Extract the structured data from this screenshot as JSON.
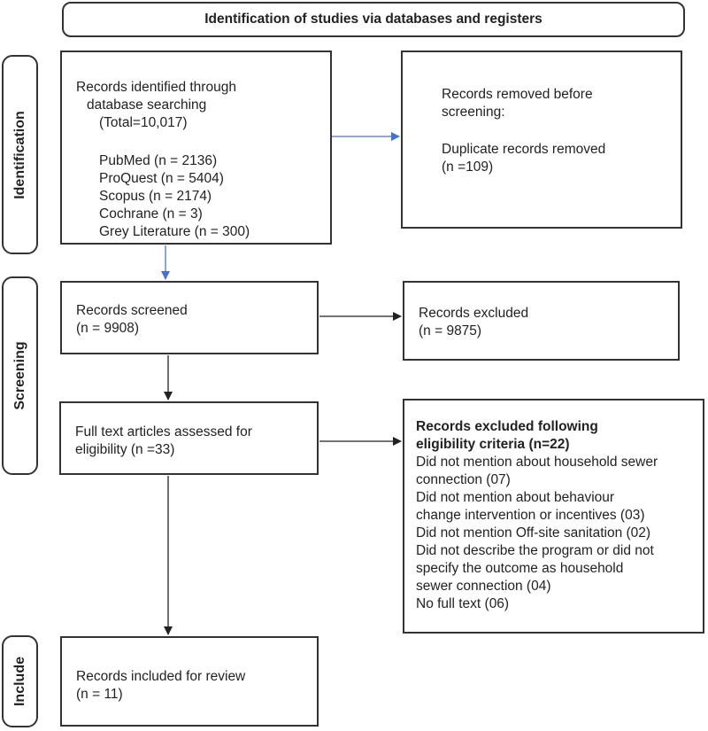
{
  "header": {
    "title": "Identification of studies via databases and registers"
  },
  "phases": {
    "identification": "Identification",
    "screening": "Screening",
    "include": "Include"
  },
  "identified": {
    "line1": "Records identified through",
    "line2": "database searching",
    "line3": "(Total=10,017)",
    "sources": [
      "PubMed (n = 2136)",
      "ProQuest (n = 5404)",
      "Scopus (n = 2174)",
      "Cochrane (n = 3)",
      "Grey Literature (n = 300)"
    ]
  },
  "removed": {
    "line1": "Records removed before",
    "line2": "screening:",
    "line3": "Duplicate records removed",
    "line4": "(n =109)"
  },
  "screened": {
    "line1": "Records screened",
    "line2": "(n = 9908)"
  },
  "excluded": {
    "line1": "Records excluded",
    "line2": "(n = 9875)"
  },
  "fulltext": {
    "line1": "Full text articles assessed for",
    "line2": "eligibility (n =33)"
  },
  "excluded_eligibility": {
    "heading1": "Records excluded following",
    "heading2": "eligibility criteria (n=22)",
    "lines": [
      "Did not mention about household sewer",
      "connection (07)",
      "Did not mention about behaviour",
      "change intervention or incentives (03)",
      "Did not mention Off-site sanitation (02)",
      "Did not describe the program or did not",
      "specify the outcome as household",
      "sewer connection (04)",
      "No full text (06)"
    ]
  },
  "included": {
    "line1": "Records included for review",
    "line2": "(n = 11)"
  },
  "colors": {
    "blue_arrow": "#4a72c4",
    "black_arrow": "#222222"
  }
}
